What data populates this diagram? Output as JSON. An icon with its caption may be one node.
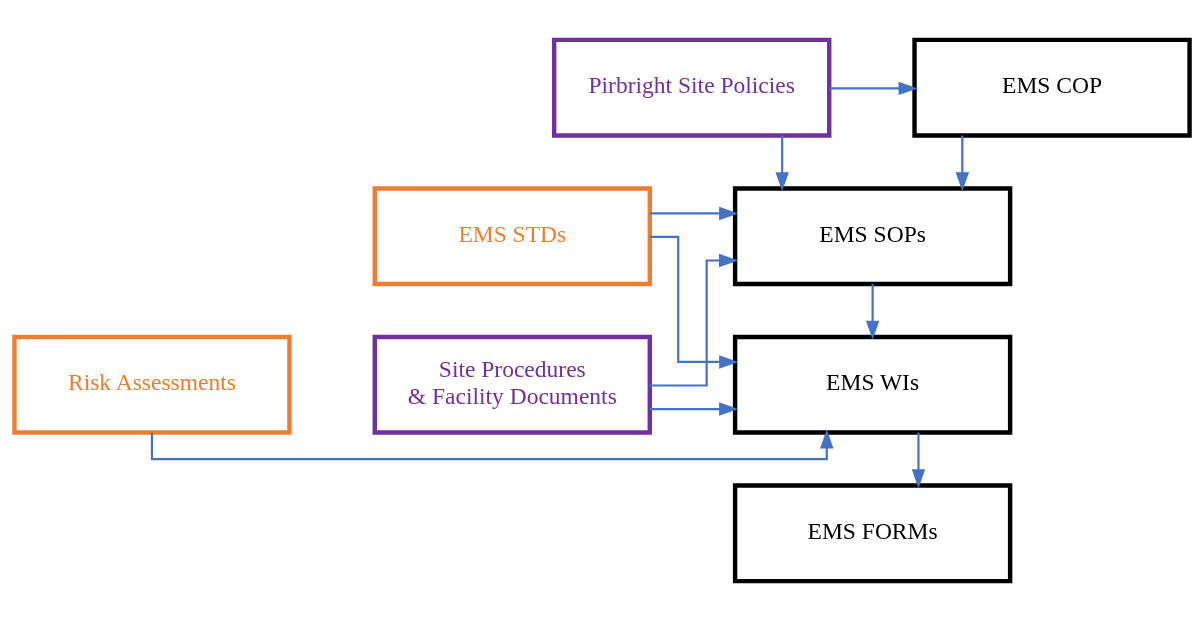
{
  "diagram": {
    "nodes": [
      {
        "text": [
          "EMS COP"
        ]
      },
      {
        "text": [
          "EMS SOPs"
        ]
      },
      {
        "text": [
          "EMS WIs"
        ]
      },
      {
        "text": [
          "EMS FORMs"
        ]
      },
      {
        "text": [
          "Pirbright Site Policies"
        ]
      },
      {
        "text": [
          "Site Procedures & Facility Documents"
        ]
      },
      {
        "text": [
          "EMS STDs"
        ]
      },
      {
        "text": [
          "Risk Assessments"
        ]
      }
    ],
    "edges": [
      {
        "from": 4,
        "to": 0,
        "arrow": "to"
      },
      {
        "from": 0,
        "to": 1,
        "arrow": "to"
      },
      {
        "from": 6,
        "to": 1,
        "arrow": "to"
      },
      {
        "from": 4,
        "to": 1,
        "arrow": "to"
      },
      {
        "from": 5,
        "to": 1,
        "arrow": "to"
      },
      {
        "from": 1,
        "to": 2,
        "arrow": "to"
      },
      {
        "from": 6,
        "to": 2,
        "arrow": "to"
      },
      {
        "from": 7,
        "to": 2,
        "arrow": "to"
      },
      {
        "from": 5,
        "to": 2,
        "arrow": "to"
      },
      {
        "from": 2,
        "to": 3,
        "arrow": "to"
      }
    ]
  }
}
